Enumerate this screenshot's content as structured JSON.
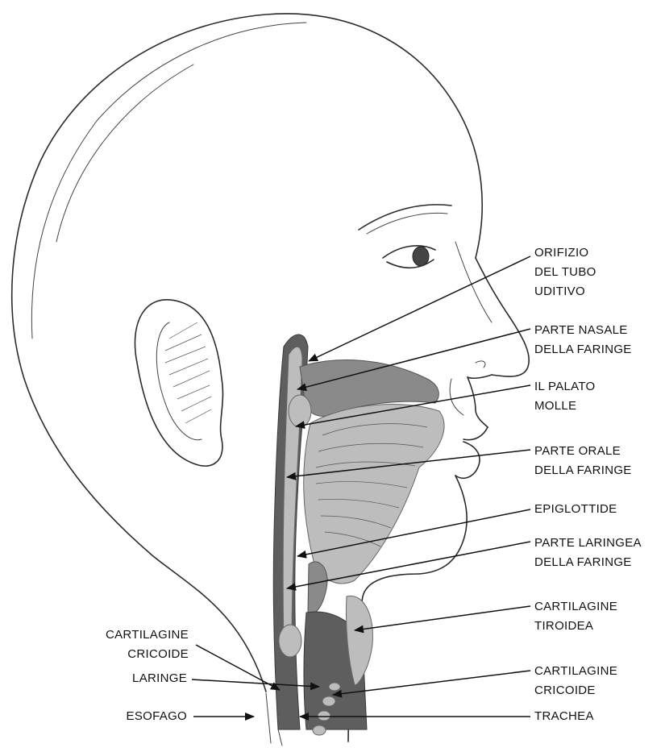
{
  "labels": {
    "orifizio": [
      "ORIFIZIO",
      "DEL TUBO",
      "UDITIVO"
    ],
    "parte_nasale": [
      "PARTE NASALE",
      "DELLA FARINGE"
    ],
    "palato_molle": [
      "IL PALATO",
      "MOLLE"
    ],
    "parte_orale": [
      "PARTE ORALE",
      "DELLA FARINGE"
    ],
    "epiglottide": [
      "EPIGLOTTIDE"
    ],
    "parte_laringea": [
      "PARTE LARINGEA",
      "DELLA FARINGE"
    ],
    "cartilagine_tiroidea": [
      "CARTILAGINE",
      "TIROIDEA"
    ],
    "cartilagine_cricoide_right": [
      "CARTILAGINE",
      "CRICOIDE"
    ],
    "trachea": [
      "TRACHEA"
    ],
    "cartilagine_cricoide_left": [
      "CARTILAGINE",
      "CRICOIDE"
    ],
    "laringe": [
      "LARINGE"
    ],
    "esofago": [
      "ESOFAGO"
    ]
  },
  "colors": {
    "line": "#2b2b2b",
    "shade": "#8a8a8a",
    "background": "#ffffff"
  }
}
